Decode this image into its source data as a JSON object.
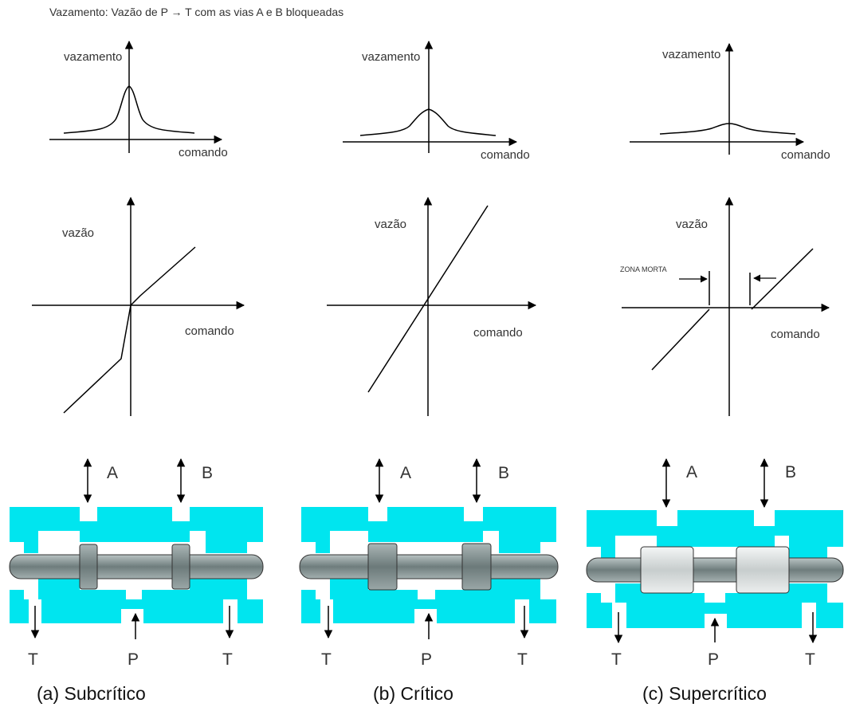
{
  "header": {
    "text": "Vazamento: Vazão de P → T com as vias A e B bloqueadas"
  },
  "graph_labels": {
    "leak_y": "vazamento",
    "flow_y": "vazão",
    "x": "comando",
    "dead_zone": "ZONA MORTA"
  },
  "ports": {
    "A": "A",
    "B": "B",
    "P": "P",
    "T": "T"
  },
  "columns": [
    {
      "caption": "(a) Subcrítico"
    },
    {
      "caption": "(b) Crítico"
    },
    {
      "caption": "(c) Supercrítico"
    }
  ],
  "colors": {
    "body": "#00e5ef",
    "rod": "#8a9a9a",
    "land_dark": "#7d8c8c",
    "land_light": "#e2e6e6",
    "line": "#000000"
  }
}
